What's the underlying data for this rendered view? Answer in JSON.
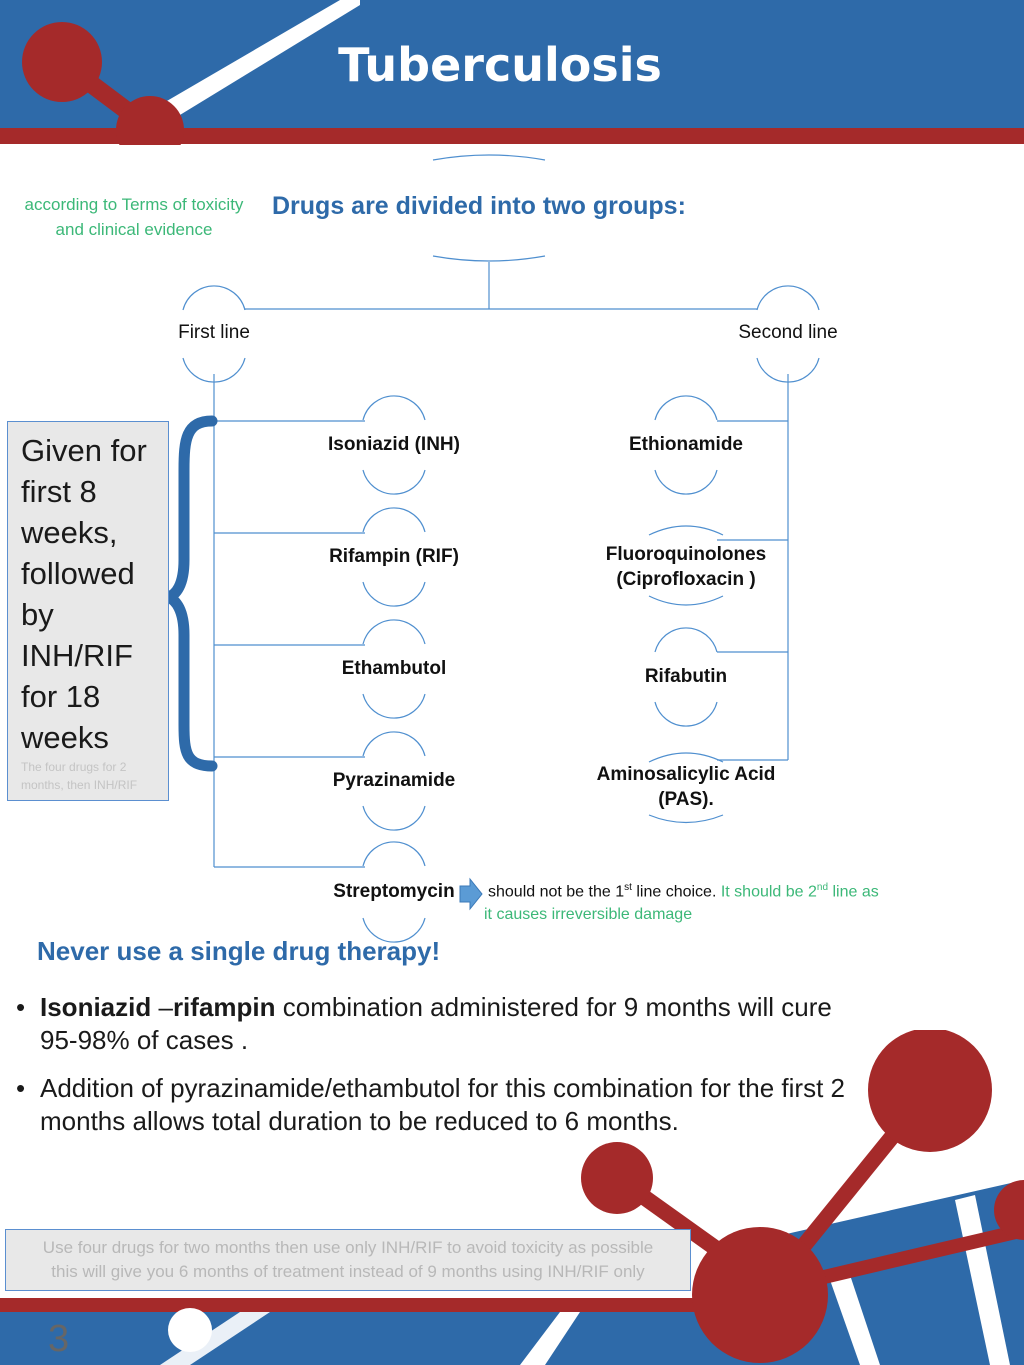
{
  "header": {
    "title": "Tuberculosis"
  },
  "note_left": {
    "line1": "according to Terms of toxicity",
    "line2": "and clinical evidence"
  },
  "heading": "Drugs are divided into two groups:",
  "groups": {
    "first": "First line",
    "second": "Second line"
  },
  "first_line_drugs": [
    "Isoniazid (INH)",
    "Rifampin (RIF)",
    "Ethambutol",
    "Pyrazinamide",
    "Streptomycin"
  ],
  "second_line_drugs": [
    {
      "line1": "Ethionamide"
    },
    {
      "line1": "Fluoroquinolones",
      "line2": "(Ciprofloxacin  )"
    },
    {
      "line1": "Rifabutin"
    },
    {
      "line1": "Aminosalicylic Acid",
      "line2": "(PAS)."
    }
  ],
  "left_box": {
    "main": "Given for first 8 weeks, followed by INH/RIF for 18 weeks",
    "sub": "The four drugs for 2 months, then INH/RIF"
  },
  "streptomycin_note": {
    "part1": "should not be the 1",
    "sup1": "st",
    "part2": " line choice. ",
    "part3": "It should be 2",
    "sup2": "nd",
    "part4": " line as",
    "line2": "it causes irreversible damage"
  },
  "warning": "Never use a single drug therapy!",
  "bullets": {
    "b1": {
      "bold1": "Isoniazid",
      "dash": " –",
      "bold2": "rifampin",
      "rest": " combination administered for 9 months will cure 95-98% of cases ."
    },
    "b2": "Addition of pyrazinamide/ethambutol for this combination for the first 2 months allows total duration to be reduced to 6 months."
  },
  "bottom_box": {
    "line1": "Use four drugs for two months then use only INH/RIF to avoid toxicity as possible",
    "line2": "this will give you 6 months of treatment instead of 9 months using INH/RIF only"
  },
  "page_number": "3",
  "colors": {
    "blue": "#2e6aa9",
    "red": "#a52a2a",
    "green": "#3cb878",
    "line": "#4f8fcf"
  }
}
